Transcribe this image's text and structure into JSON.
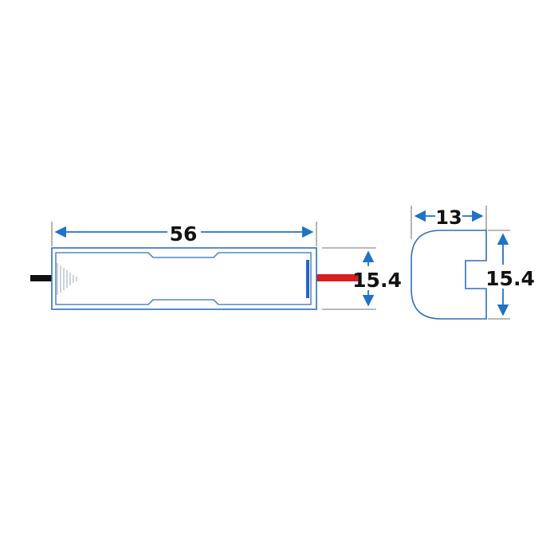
{
  "dimensions": {
    "length_label": "56",
    "height_label_side": "15.4",
    "width_label_end": "13",
    "height_label_end": "15.4"
  },
  "colors": {
    "outline": "#2f6fb8",
    "dimension_line": "#1f72c4",
    "negative_wire": "#111111",
    "positive_wire": "#d81e1e",
    "text": "#111111"
  }
}
